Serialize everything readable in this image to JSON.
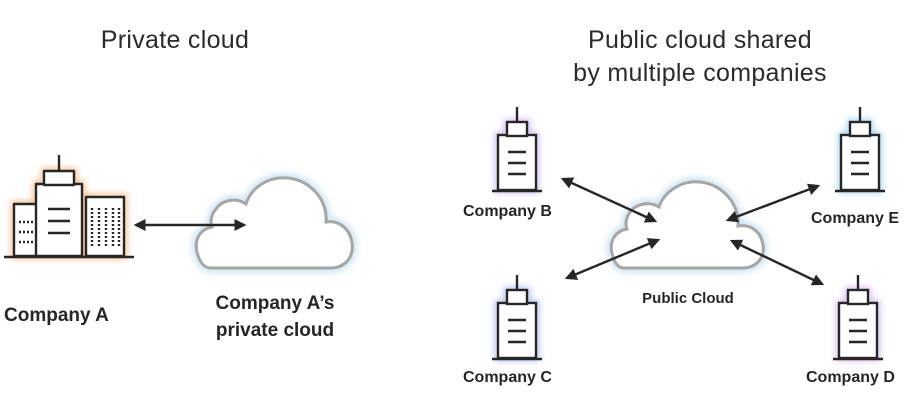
{
  "headings": {
    "private": "Private cloud",
    "public_line1": "Public cloud shared",
    "public_line2": "by multiple companies"
  },
  "labels": {
    "company_a": "Company A",
    "private_cloud_line1": "Company A’s",
    "private_cloud_line2": "private cloud",
    "company_b": "Company B",
    "company_c": "Company C",
    "company_d": "Company D",
    "company_e": "Company E",
    "public_cloud": "Public Cloud"
  },
  "colors": {
    "outline": "#262626",
    "cloud_outline": "#a6a6a6",
    "cloud_glow": "#cfe4f2",
    "glow_company_a": "#f3b27a",
    "glow_company_b": "#c9b6ea",
    "glow_company_c": "#aab7ee",
    "glow_company_d": "#d2b6ea",
    "glow_company_e": "#9fd0ef"
  },
  "icons": {
    "company_a": "office-buildings-icon",
    "company_b": "office-tower-icon",
    "company_c": "office-tower-icon",
    "company_d": "office-tower-icon",
    "company_e": "office-tower-icon",
    "private_cloud": "cloud-icon",
    "public_cloud": "cloud-icon",
    "connections": "double-arrow-icon"
  }
}
